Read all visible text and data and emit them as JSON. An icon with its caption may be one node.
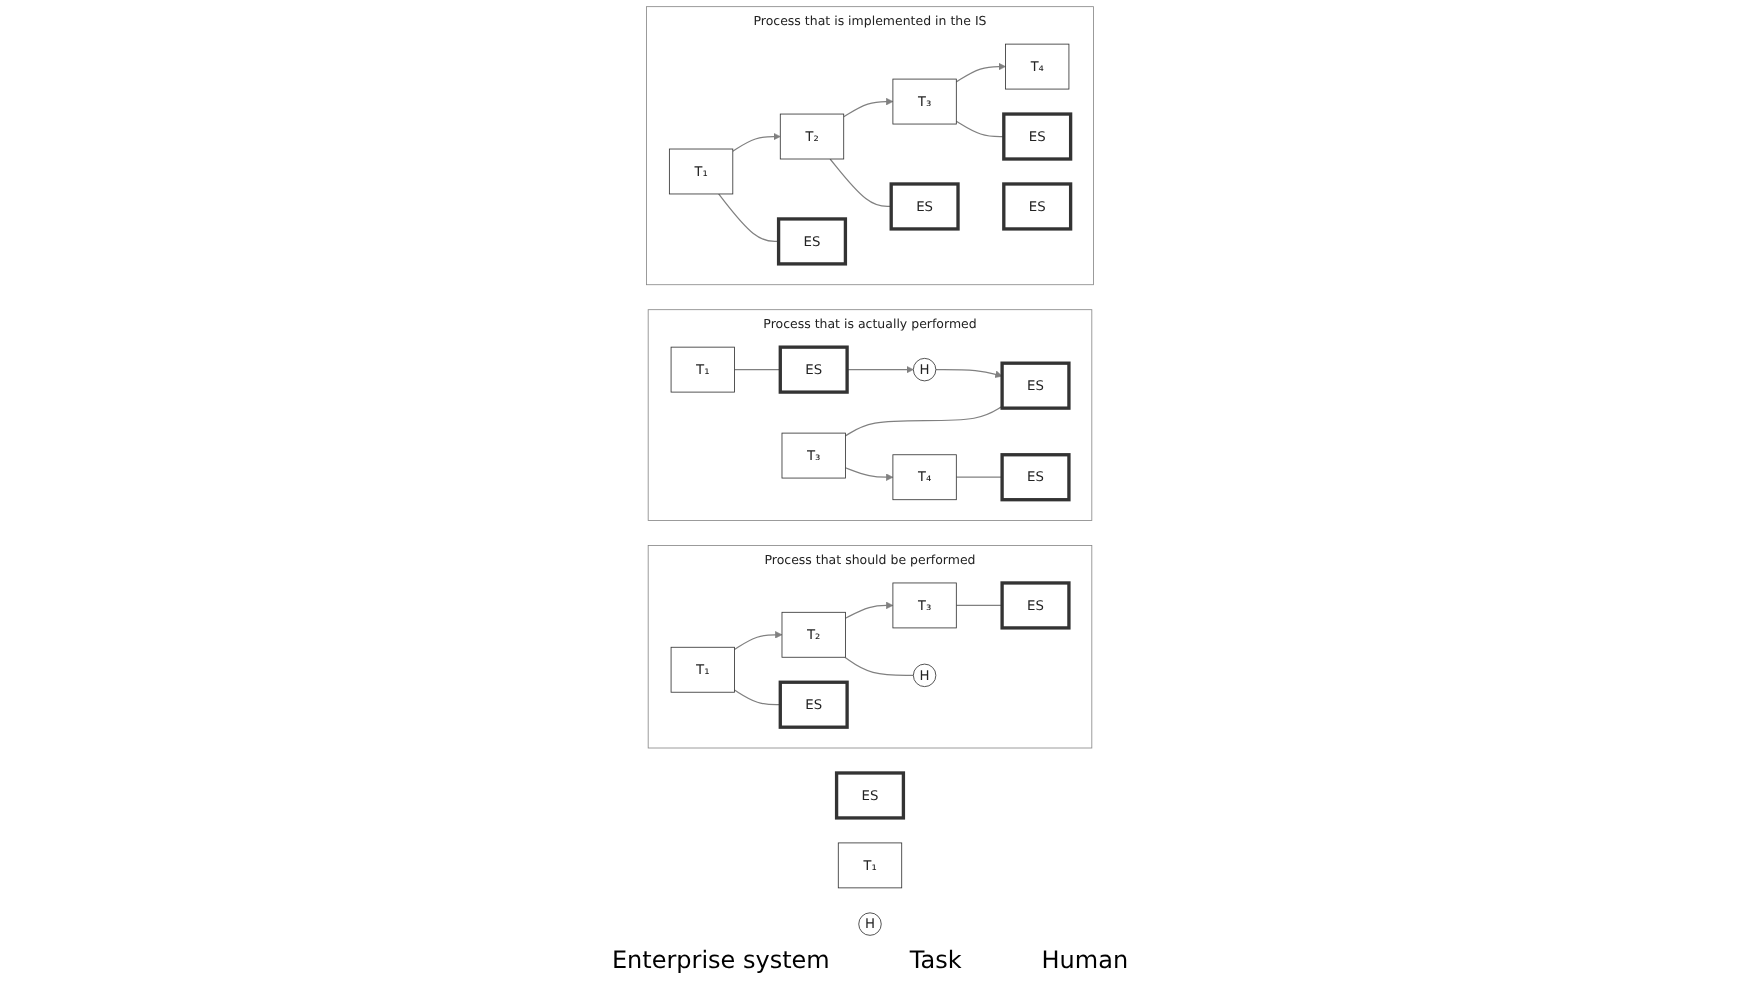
{
  "diagram": {
    "nodes": [
      {
        "text": [
          "Process that is implemented in the IS"
        ]
      },
      {
        "text": [
          "T₁"
        ],
        "in": 0
      },
      {
        "text": [
          "T₂"
        ],
        "in": 0
      },
      {
        "text": [
          "T₃"
        ],
        "in": 0
      },
      {
        "text": [
          "T₄"
        ],
        "in": 0
      },
      {
        "text": [
          "ES"
        ],
        "in": 0
      },
      {
        "text": [
          "ES"
        ],
        "in": 0
      },
      {
        "text": [
          "ES"
        ],
        "in": 0
      },
      {
        "text": [
          "ES"
        ],
        "in": 0
      },
      {
        "text": [
          "Process that is actually performed"
        ]
      },
      {
        "text": [
          "T₁"
        ],
        "in": 9
      },
      {
        "text": [
          "T₃"
        ],
        "in": 9
      },
      {
        "text": [
          "T₄"
        ],
        "in": 9
      },
      {
        "text": [
          "ES"
        ],
        "in": 9
      },
      {
        "text": [
          "H"
        ],
        "in": 9
      },
      {
        "text": [
          "ES"
        ],
        "in": 9
      },
      {
        "text": [
          "ES"
        ],
        "in": 9
      },
      {
        "text": [
          "Process that should be performed"
        ]
      },
      {
        "text": [
          "T₁"
        ],
        "in": 17
      },
      {
        "text": [
          "T₂"
        ],
        "in": 17
      },
      {
        "text": [
          "T₃"
        ],
        "in": 17
      },
      {
        "text": [
          "ES"
        ],
        "in": 17
      },
      {
        "text": [
          "H"
        ],
        "in": 17
      },
      {
        "text": [
          "ES"
        ],
        "in": 17
      },
      {
        "text": [
          "ES"
        ]
      },
      {
        "text": [
          "T₁"
        ]
      },
      {
        "text": [
          "H"
        ]
      }
    ],
    "edges": [
      {
        "from": 1,
        "to": 2,
        "arrow": "to"
      },
      {
        "from": 2,
        "to": 3,
        "arrow": "to"
      },
      {
        "from": 3,
        "to": 4,
        "arrow": "to"
      },
      {
        "from": 1,
        "to": 5,
        "arrow": "none"
      },
      {
        "from": 2,
        "to": 6,
        "arrow": "none"
      },
      {
        "from": 3,
        "to": 7,
        "arrow": "none"
      },
      {
        "from": 10,
        "to": 13,
        "arrow": "none"
      },
      {
        "from": 13,
        "to": 14,
        "arrow": "to"
      },
      {
        "from": 14,
        "to": 15,
        "arrow": "to"
      },
      {
        "from": 11,
        "to": 15,
        "arrow": "none"
      },
      {
        "from": 11,
        "to": 12,
        "arrow": "to"
      },
      {
        "from": 12,
        "to": 16,
        "arrow": "none"
      },
      {
        "from": 18,
        "to": 19,
        "arrow": "to"
      },
      {
        "from": 19,
        "to": 20,
        "arrow": "to"
      },
      {
        "from": 18,
        "to": 21,
        "arrow": "none"
      },
      {
        "from": 19,
        "to": 22,
        "arrow": "none"
      },
      {
        "from": 20,
        "to": 23,
        "arrow": "none"
      }
    ],
    "legend": [
      {
        "text": "Enterprise system"
      },
      {
        "text": "Task"
      },
      {
        "text": "Human"
      }
    ]
  }
}
